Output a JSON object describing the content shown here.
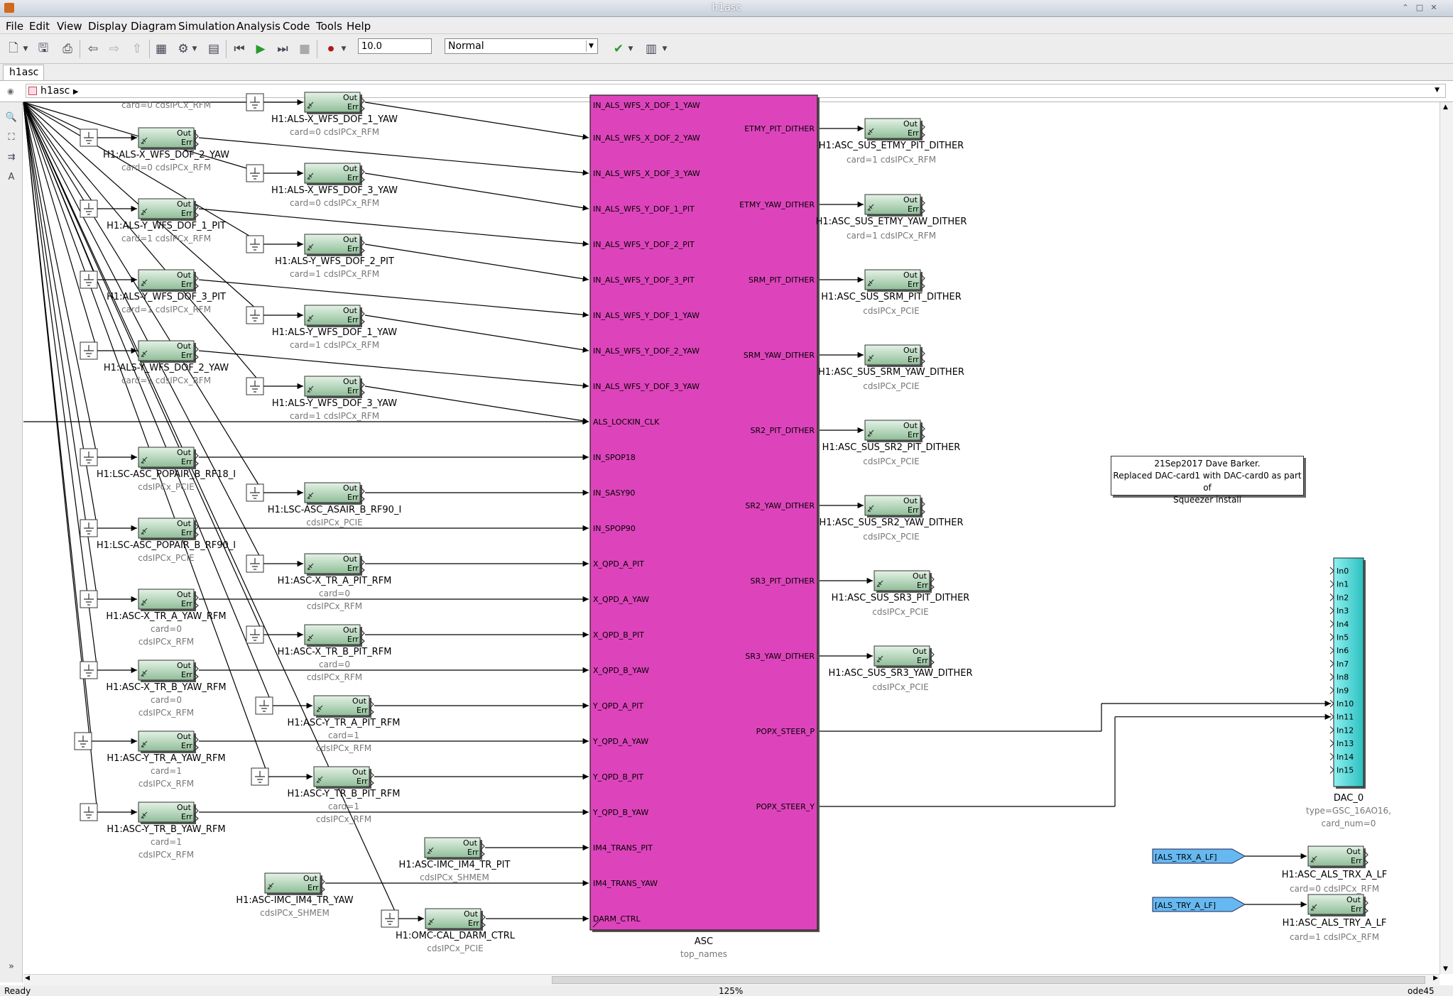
{
  "window": {
    "title": "h1asc"
  },
  "menu": [
    "File",
    "Edit",
    "View",
    "Display",
    "Diagram",
    "Simulation",
    "Analysis",
    "Code",
    "Tools",
    "Help"
  ],
  "toolbar": {
    "stop_time": "10.0",
    "sim_mode": "Normal"
  },
  "tab": {
    "label": "h1asc"
  },
  "breadcrumb": {
    "path": "h1asc"
  },
  "statusbar": {
    "left": "Ready",
    "center": "125%",
    "right": "ode45"
  },
  "annotation": {
    "lines": [
      "21Sep2017 Dave Barker.",
      "Replaced DAC-card1 with DAC-card0 as part of",
      "Squeezer install"
    ]
  },
  "main_block": {
    "name": "ASC",
    "subtitle": "top_names",
    "inputs": [
      "IN_ALS_WFS_X_DOF_2_YAW",
      "IN_ALS_WFS_X_DOF_3_YAW",
      "IN_ALS_WFS_Y_DOF_1_PIT",
      "IN_ALS_WFS_Y_DOF_2_PIT",
      "IN_ALS_WFS_Y_DOF_3_PIT",
      "IN_ALS_WFS_Y_DOF_1_YAW",
      "IN_ALS_WFS_Y_DOF_2_YAW",
      "IN_ALS_WFS_Y_DOF_3_YAW",
      "ALS_LOCKIN_CLK",
      "IN_SPOP18",
      "IN_SASY90",
      "IN_SPOP90",
      "X_QPD_A_PIT",
      "X_QPD_A_YAW",
      "X_QPD_B_PIT",
      "X_QPD_B_YAW",
      "Y_QPD_A_PIT",
      "Y_QPD_A_YAW",
      "Y_QPD_B_PIT",
      "Y_QPD_B_YAW",
      "IM4_TRANS_PIT",
      "IM4_TRANS_YAW",
      "DARM_CTRL"
    ],
    "outputs": [
      "ETMY_PIT_DITHER",
      "ETMY_YAW_DITHER",
      "SRM_PIT_DITHER",
      "SRM_YAW_DITHER",
      "SR2_PIT_DITHER",
      "SR2_YAW_DITHER",
      "SR3_PIT_DITHER",
      "SR3_YAW_DITHER",
      "POPX_STEER_P",
      "POPX_STEER_Y"
    ]
  },
  "block_text": {
    "out": "Out",
    "err": "Err"
  },
  "left_blocks": [
    {
      "name": "H1:ALS-X_WFS_DOF_1_YAW",
      "sub": [
        "card=0 cdsIPCx_RFM"
      ],
      "top_sub": "card=0 cdsIPCx_RFM"
    },
    {
      "name": "H1:ALS-X_WFS_DOF_2_YAW",
      "sub": [
        "card=0 cdsIPCx_RFM"
      ]
    },
    {
      "name": "H1:ALS-X_WFS_DOF_3_YAW",
      "sub": [
        "card=0 cdsIPCx_RFM"
      ]
    },
    {
      "name": "H1:ALS-Y_WFS_DOF_1_PIT",
      "sub": [
        "card=1 cdsIPCx_RFM"
      ]
    },
    {
      "name": "H1:ALS-Y_WFS_DOF_2_PIT",
      "sub": [
        "card=1 cdsIPCx_RFM"
      ]
    },
    {
      "name": "H1:ALS-Y_WFS_DOF_3_PIT",
      "sub": [
        "card=1 cdsIPCx_RFM"
      ]
    },
    {
      "name": "H1:ALS-Y_WFS_DOF_1_YAW",
      "sub": [
        "card=1 cdsIPCx_RFM"
      ]
    },
    {
      "name": "H1:ALS-Y_WFS_DOF_2_YAW",
      "sub": [
        "card=1 cdsIPCx_RFM"
      ]
    },
    {
      "name": "H1:ALS-Y_WFS_DOF_3_YAW",
      "sub": [
        "card=1 cdsIPCx_RFM"
      ]
    },
    {
      "name": "H1:LSC-ASC_POPAIR_B_RF18_I",
      "sub": [
        "cdsIPCx_PCIE"
      ]
    },
    {
      "name": "H1:LSC-ASC_ASAIR_B_RF90_I",
      "sub": [
        "cdsIPCx_PCIE"
      ]
    },
    {
      "name": "H1:LSC-ASC_POPAIR_B_RF90_I",
      "sub": [
        "cdsIPCx_PCIE"
      ]
    },
    {
      "name": "H1:ASC-X_TR_A_PIT_RFM",
      "sub": [
        "card=0",
        "cdsIPCx_RFM"
      ]
    },
    {
      "name": "H1:ASC-X_TR_A_YAW_RFM",
      "sub": [
        "card=0",
        "cdsIPCx_RFM"
      ]
    },
    {
      "name": "H1:ASC-X_TR_B_PIT_RFM",
      "sub": [
        "card=0",
        "cdsIPCx_RFM"
      ]
    },
    {
      "name": "H1:ASC-X_TR_B_YAW_RFM",
      "sub": [
        "card=0",
        "cdsIPCx_RFM"
      ]
    },
    {
      "name": "H1:ASC-Y_TR_A_PIT_RFM",
      "sub": [
        "card=1",
        "cdsIPCx_RFM"
      ]
    },
    {
      "name": "H1:ASC-Y_TR_A_YAW_RFM",
      "sub": [
        "card=1",
        "cdsIPCx_RFM"
      ]
    },
    {
      "name": "H1:ASC-Y_TR_B_PIT_RFM",
      "sub": [
        "card=1",
        "cdsIPCx_RFM"
      ]
    },
    {
      "name": "H1:ASC-Y_TR_B_YAW_RFM",
      "sub": [
        "card=1",
        "cdsIPCx_RFM"
      ]
    },
    {
      "name": "H1:ASC-IMC_IM4_TR_PIT",
      "sub": [
        "cdsIPCx_SHMEM"
      ]
    },
    {
      "name": "H1:ASC-IMC_IM4_TR_YAW",
      "sub": [
        "cdsIPCx_SHMEM"
      ]
    },
    {
      "name": "H1:OMC-CAL_DARM_CTRL",
      "sub": [
        "cdsIPCx_PCIE"
      ]
    }
  ],
  "right_blocks": [
    {
      "name": "H1:ASC_SUS_ETMY_PIT_DITHER",
      "sub": "card=1 cdsIPCx_RFM"
    },
    {
      "name": "H1:ASC_SUS_ETMY_YAW_DITHER",
      "sub": "card=1 cdsIPCx_RFM"
    },
    {
      "name": "H1:ASC_SUS_SRM_PIT_DITHER",
      "sub": "cdsIPCx_PCIE"
    },
    {
      "name": "H1:ASC_SUS_SRM_YAW_DITHER",
      "sub": "cdsIPCx_PCIE"
    },
    {
      "name": "H1:ASC_SUS_SR2_PIT_DITHER",
      "sub": "cdsIPCx_PCIE"
    },
    {
      "name": "H1:ASC_SUS_SR2_YAW_DITHER",
      "sub": "cdsIPCx_PCIE"
    },
    {
      "name": "H1:ASC_SUS_SR3_PIT_DITHER",
      "sub": "cdsIPCx_PCIE"
    },
    {
      "name": "H1:ASC_SUS_SR3_YAW_DITHER",
      "sub": "cdsIPCx_PCIE"
    }
  ],
  "dac": {
    "name": "DAC_0",
    "sub": [
      "type=GSC_16AO16,",
      "card_num=0"
    ],
    "inputs": [
      "In0",
      "In1",
      "In2",
      "In3",
      "In4",
      "In5",
      "In6",
      "In7",
      "In8",
      "In9",
      "In10",
      "In11",
      "In12",
      "In13",
      "In14",
      "In15"
    ]
  },
  "goto_tags": [
    {
      "tag": "[ALS_TRX_A_LF]",
      "name": "H1:ASC_ALS_TRX_A_LF",
      "sub": "card=0 cdsIPCx_RFM"
    },
    {
      "tag": "[ALS_TRY_A_LF]",
      "name": "H1:ASC_ALS_TRY_A_LF",
      "sub": "card=1 cdsIPCx_RFM"
    }
  ],
  "colors": {
    "asc_block": "#dd44bb",
    "dac_block": "#55d8d8",
    "ipc_block": "#bcd9c0",
    "goto_tag": "#66b8f0"
  }
}
